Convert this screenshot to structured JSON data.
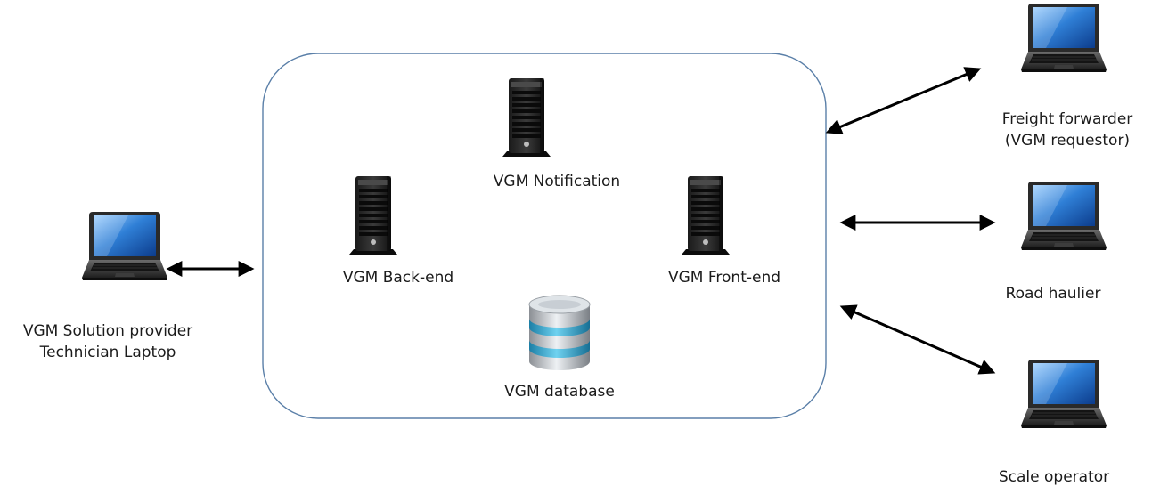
{
  "system": {
    "servers": {
      "notification": "VGM Notification",
      "backend": "VGM Back-end",
      "frontend": "VGM Front-end"
    },
    "database": "VGM database"
  },
  "clients": {
    "technician": {
      "line1": "VGM Solution provider",
      "line2": "Technician Laptop"
    },
    "freight_forwarder": {
      "line1": "Freight forwarder",
      "line2": "(VGM requestor)"
    },
    "road_haulier": "Road haulier",
    "scale_operator": "Scale operator"
  },
  "colors": {
    "boundary": "#5a7fa8",
    "arrow": "#000000",
    "laptop_screen": "#2f7fd6",
    "database_band": "#34a9cf"
  }
}
